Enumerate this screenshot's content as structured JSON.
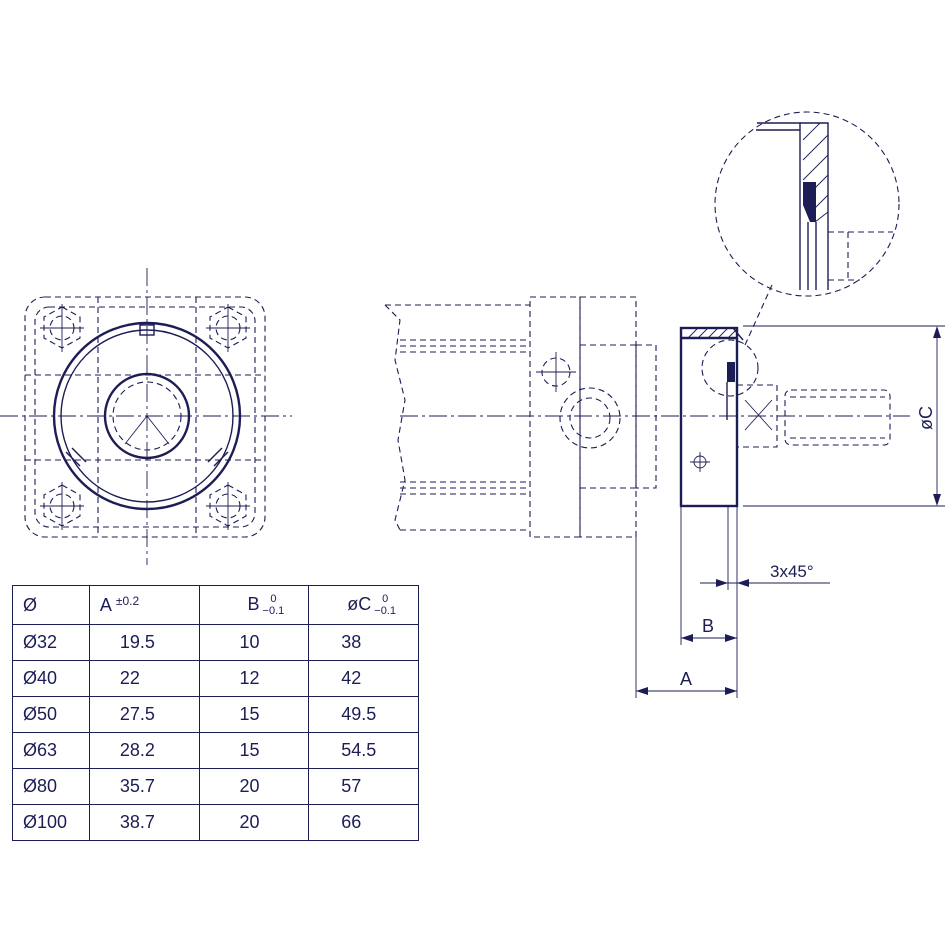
{
  "table": {
    "headers": {
      "dia": "Ø",
      "a": "A",
      "a_tol": "±0.2",
      "b": "B",
      "b_tol_upper": "0",
      "b_tol_lower": "−0.1",
      "c": "øC",
      "c_tol_upper": "0",
      "c_tol_lower": "−0.1"
    },
    "rows": [
      {
        "dia": "Ø32",
        "a": "19.5",
        "b": "10",
        "c": "38"
      },
      {
        "dia": "Ø40",
        "a": "22",
        "b": "12",
        "c": "42"
      },
      {
        "dia": "Ø50",
        "a": "27.5",
        "b": "15",
        "c": "49.5"
      },
      {
        "dia": "Ø63",
        "a": "28.2",
        "b": "15",
        "c": "54.5"
      },
      {
        "dia": "Ø80",
        "a": "35.7",
        "b": "20",
        "c": "57"
      },
      {
        "dia": "Ø100",
        "a": "38.7",
        "b": "20",
        "c": "66"
      }
    ]
  },
  "labels": {
    "chamfer": "3x45°",
    "dim_b": "B",
    "dim_a": "A",
    "dim_c": "øC"
  }
}
